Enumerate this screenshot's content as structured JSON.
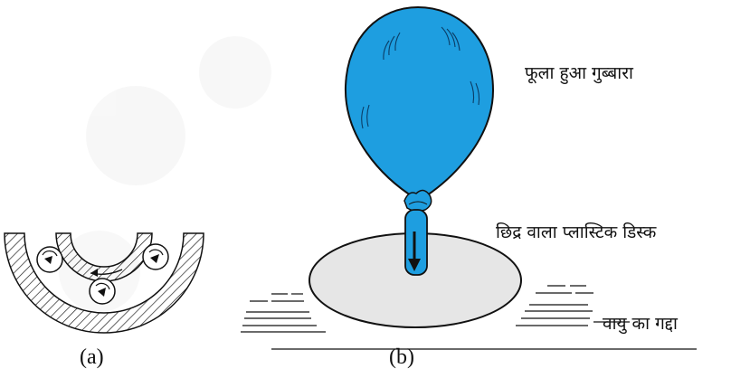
{
  "labels": {
    "balloon": "फूला हुआ गुब्बारा",
    "disc": "छिद्र वाला प्लास्टिक डिस्क",
    "air_cushion": "वायु का गद्दा"
  },
  "captions": {
    "a": "(a)",
    "b": "(b)"
  },
  "colors": {
    "balloon": "#1e9ee0",
    "disc": "#e6e6e6",
    "ink": "#111111"
  }
}
